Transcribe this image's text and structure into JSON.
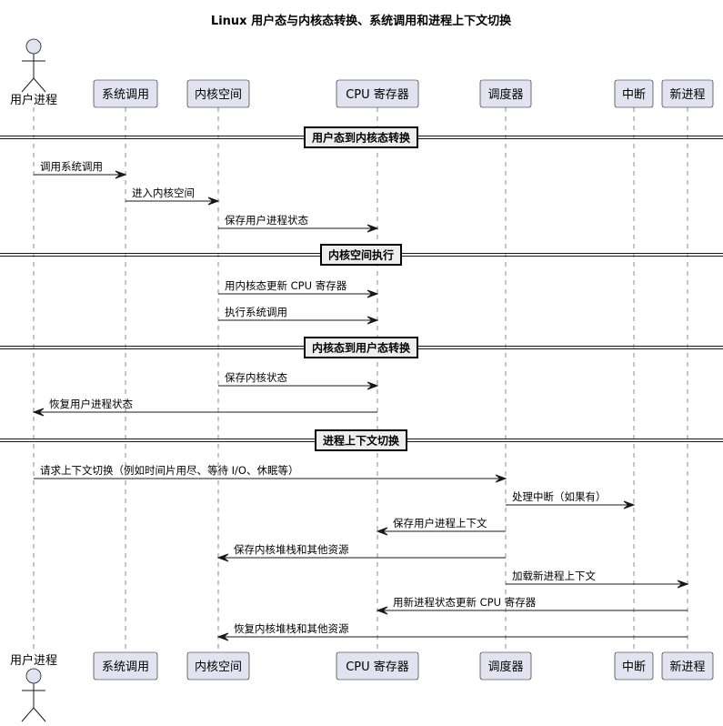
{
  "title": "Linux 用户态与内核态转换、系统调用和进程上下文切换",
  "participants": [
    {
      "id": "user",
      "label": "用户进程",
      "kind": "actor"
    },
    {
      "id": "syscall",
      "label": "系统调用",
      "kind": "box"
    },
    {
      "id": "kernel",
      "label": "内核空间",
      "kind": "box"
    },
    {
      "id": "cpu",
      "label": "CPU 寄存器",
      "kind": "box"
    },
    {
      "id": "sched",
      "label": "调度器",
      "kind": "box"
    },
    {
      "id": "irq",
      "label": "中断",
      "kind": "box"
    },
    {
      "id": "newproc",
      "label": "新进程",
      "kind": "box"
    }
  ],
  "sequence": [
    {
      "type": "divider",
      "label": "用户态到内核态转换"
    },
    {
      "type": "message",
      "from": "user",
      "to": "syscall",
      "label": "调用系统调用"
    },
    {
      "type": "message",
      "from": "syscall",
      "to": "kernel",
      "label": "进入内核空间"
    },
    {
      "type": "message",
      "from": "kernel",
      "to": "cpu",
      "label": "保存用户进程状态"
    },
    {
      "type": "divider",
      "label": "内核空间执行"
    },
    {
      "type": "message",
      "from": "kernel",
      "to": "cpu",
      "label": "用内核态更新 CPU 寄存器"
    },
    {
      "type": "message",
      "from": "kernel",
      "to": "cpu",
      "label": "执行系统调用"
    },
    {
      "type": "divider",
      "label": "内核态到用户态转换"
    },
    {
      "type": "message",
      "from": "kernel",
      "to": "cpu",
      "label": "保存内核状态"
    },
    {
      "type": "message",
      "from": "cpu",
      "to": "user",
      "label": "恢复用户进程状态"
    },
    {
      "type": "divider",
      "label": "进程上下文切换"
    },
    {
      "type": "message",
      "from": "user",
      "to": "sched",
      "label": "请求上下文切换（例如时间片用尽、等待 I/O、休眠等）"
    },
    {
      "type": "message",
      "from": "sched",
      "to": "irq",
      "label": "处理中断（如果有）"
    },
    {
      "type": "message",
      "from": "sched",
      "to": "cpu",
      "label": "保存用户进程上下文"
    },
    {
      "type": "message",
      "from": "sched",
      "to": "kernel",
      "label": "保存内核堆栈和其他资源"
    },
    {
      "type": "message",
      "from": "sched",
      "to": "newproc",
      "label": "加载新进程上下文"
    },
    {
      "type": "message",
      "from": "newproc",
      "to": "cpu",
      "label": "用新进程状态更新 CPU 寄存器"
    },
    {
      "type": "message",
      "from": "newproc",
      "to": "kernel",
      "label": "恢复内核堆栈和其他资源"
    }
  ]
}
